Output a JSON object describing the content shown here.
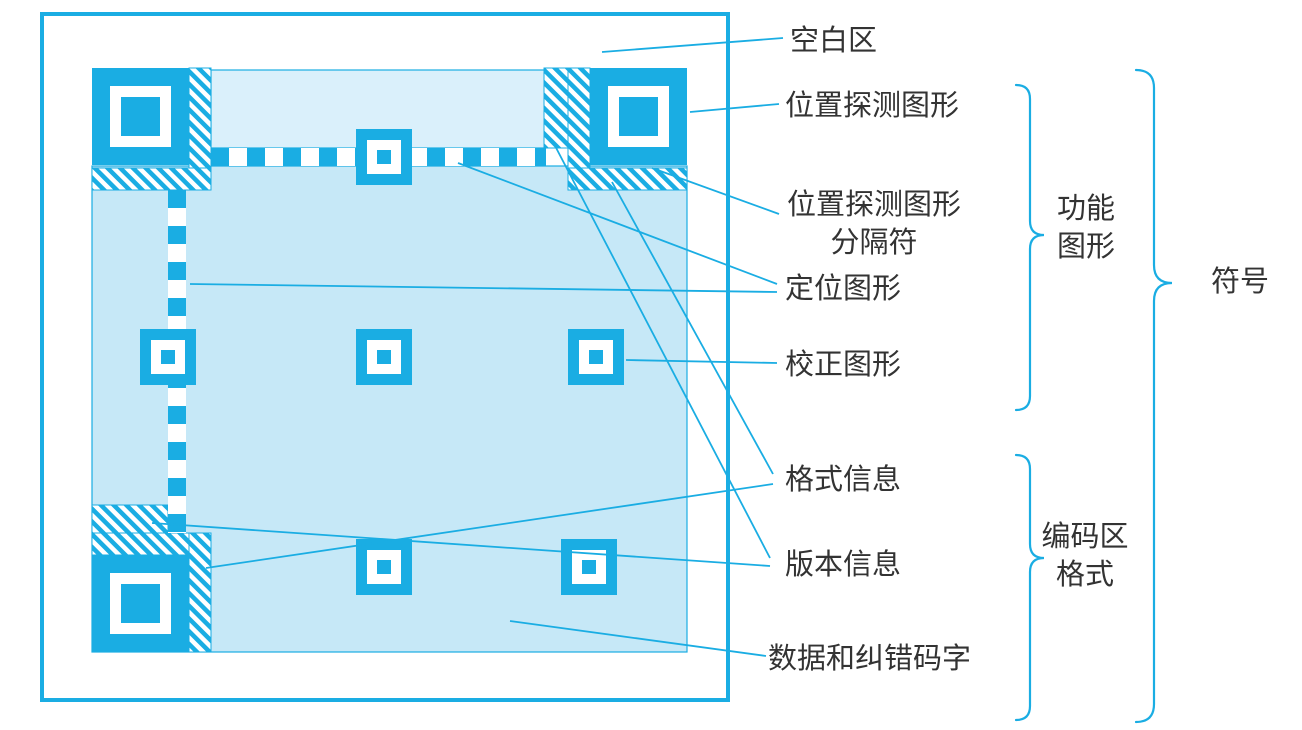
{
  "colors": {
    "accent": "#1aade3",
    "qr_light": "#daf0fb",
    "qr_data": "#c6e8f7",
    "text": "#333333"
  },
  "labels": {
    "quiet_zone": "空白区",
    "finder_pattern": "位置探测图形",
    "separator_line1": "位置探测图形",
    "separator_line2": "分隔符",
    "timing_pattern": "定位图形",
    "alignment_pattern": "校正图形",
    "format_info": "格式信息",
    "version_info": "版本信息",
    "data_codewords": "数据和纠错码字",
    "group_function_line1": "功能",
    "group_function_line2": "图形",
    "group_encoding_line1": "编码区",
    "group_encoding_line2": "格式",
    "symbol": "符号"
  }
}
